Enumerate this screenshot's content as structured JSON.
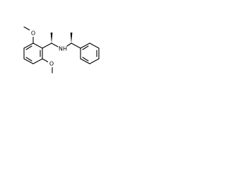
{
  "structure": {
    "atoms": {
      "o_top": "O",
      "o_bottom": "O",
      "nh": "NH"
    },
    "bond_color": "#000000",
    "background": "#ffffff"
  }
}
